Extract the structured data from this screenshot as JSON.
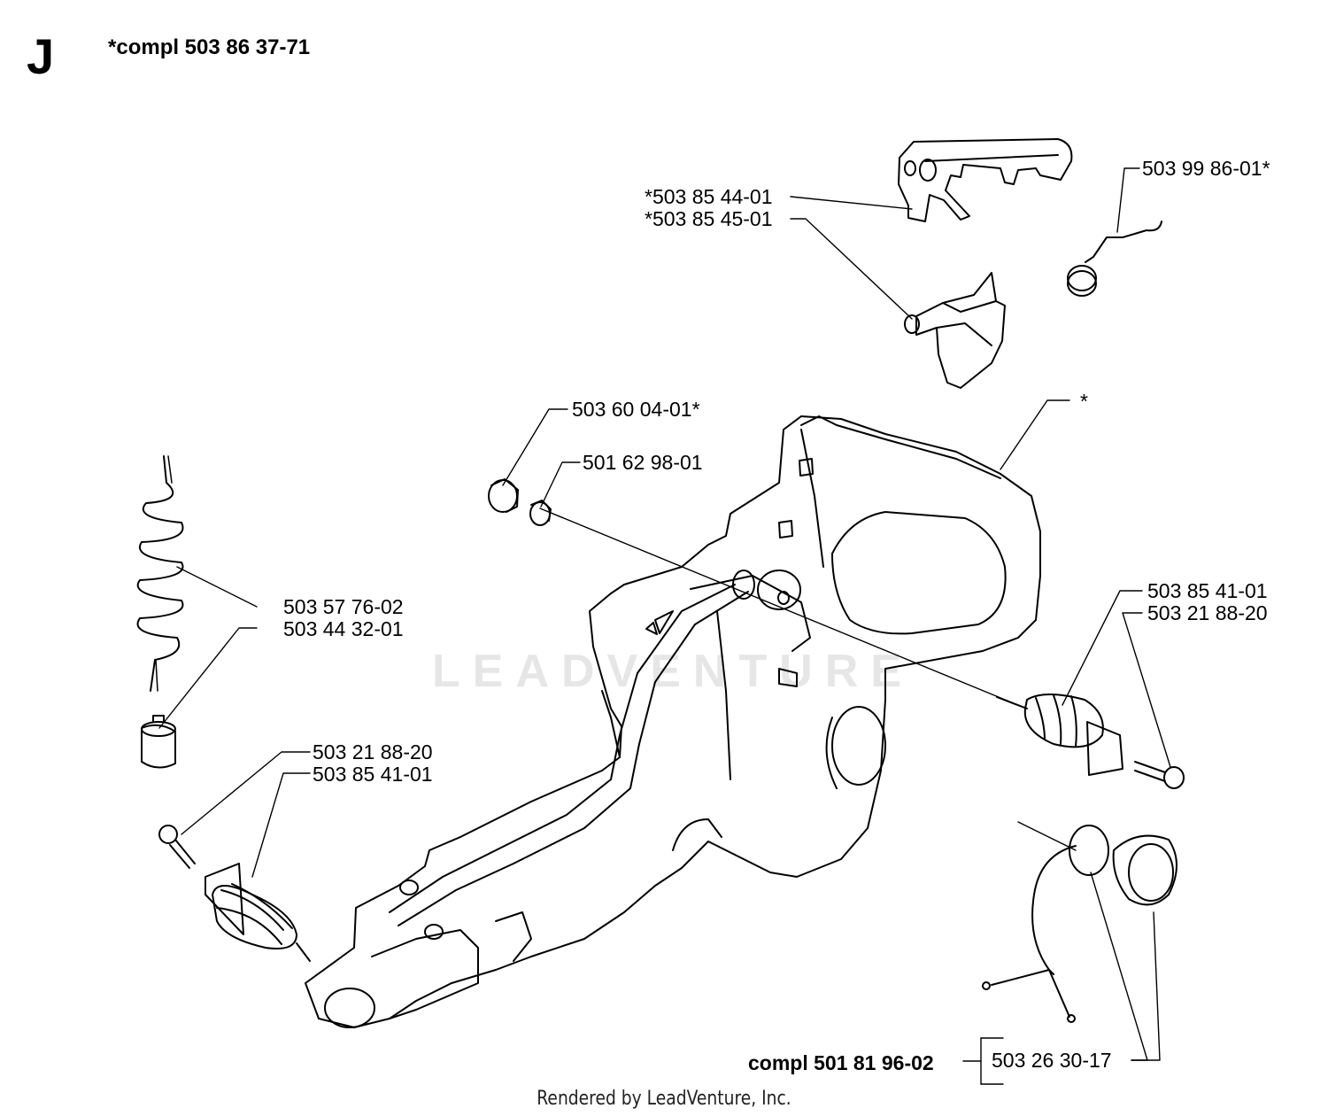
{
  "header": {
    "section_letter": "J",
    "assembly_label": "*compl 503 86 37-71"
  },
  "watermark": {
    "text": "LEADVENTURE"
  },
  "callouts": {
    "throttle_trigger": "*503 85 44-01",
    "throttle_lockout": "*503 85 45-01",
    "trigger_spring": "503 99 86-01*",
    "handle_housing": "*",
    "filter_large": "503 60 04-01*",
    "filter_small": "501 62 98-01",
    "fuel_hose": "503 57 76-02",
    "fuel_filter": "503 44 32-01",
    "screw_left": "503 21 88-20",
    "damper_left": "503 85 41-01",
    "damper_right": "503 85 41-01",
    "screw_right": "503 21 88-20",
    "fuel_cap_assembly": "compl 501 81 96-02",
    "fuel_cap": "503 26 30-17"
  },
  "footer": {
    "credit": "Rendered by LeadVenture, Inc."
  },
  "colors": {
    "line": "#000000",
    "watermark": "#e6e6e6",
    "background": "#ffffff"
  }
}
